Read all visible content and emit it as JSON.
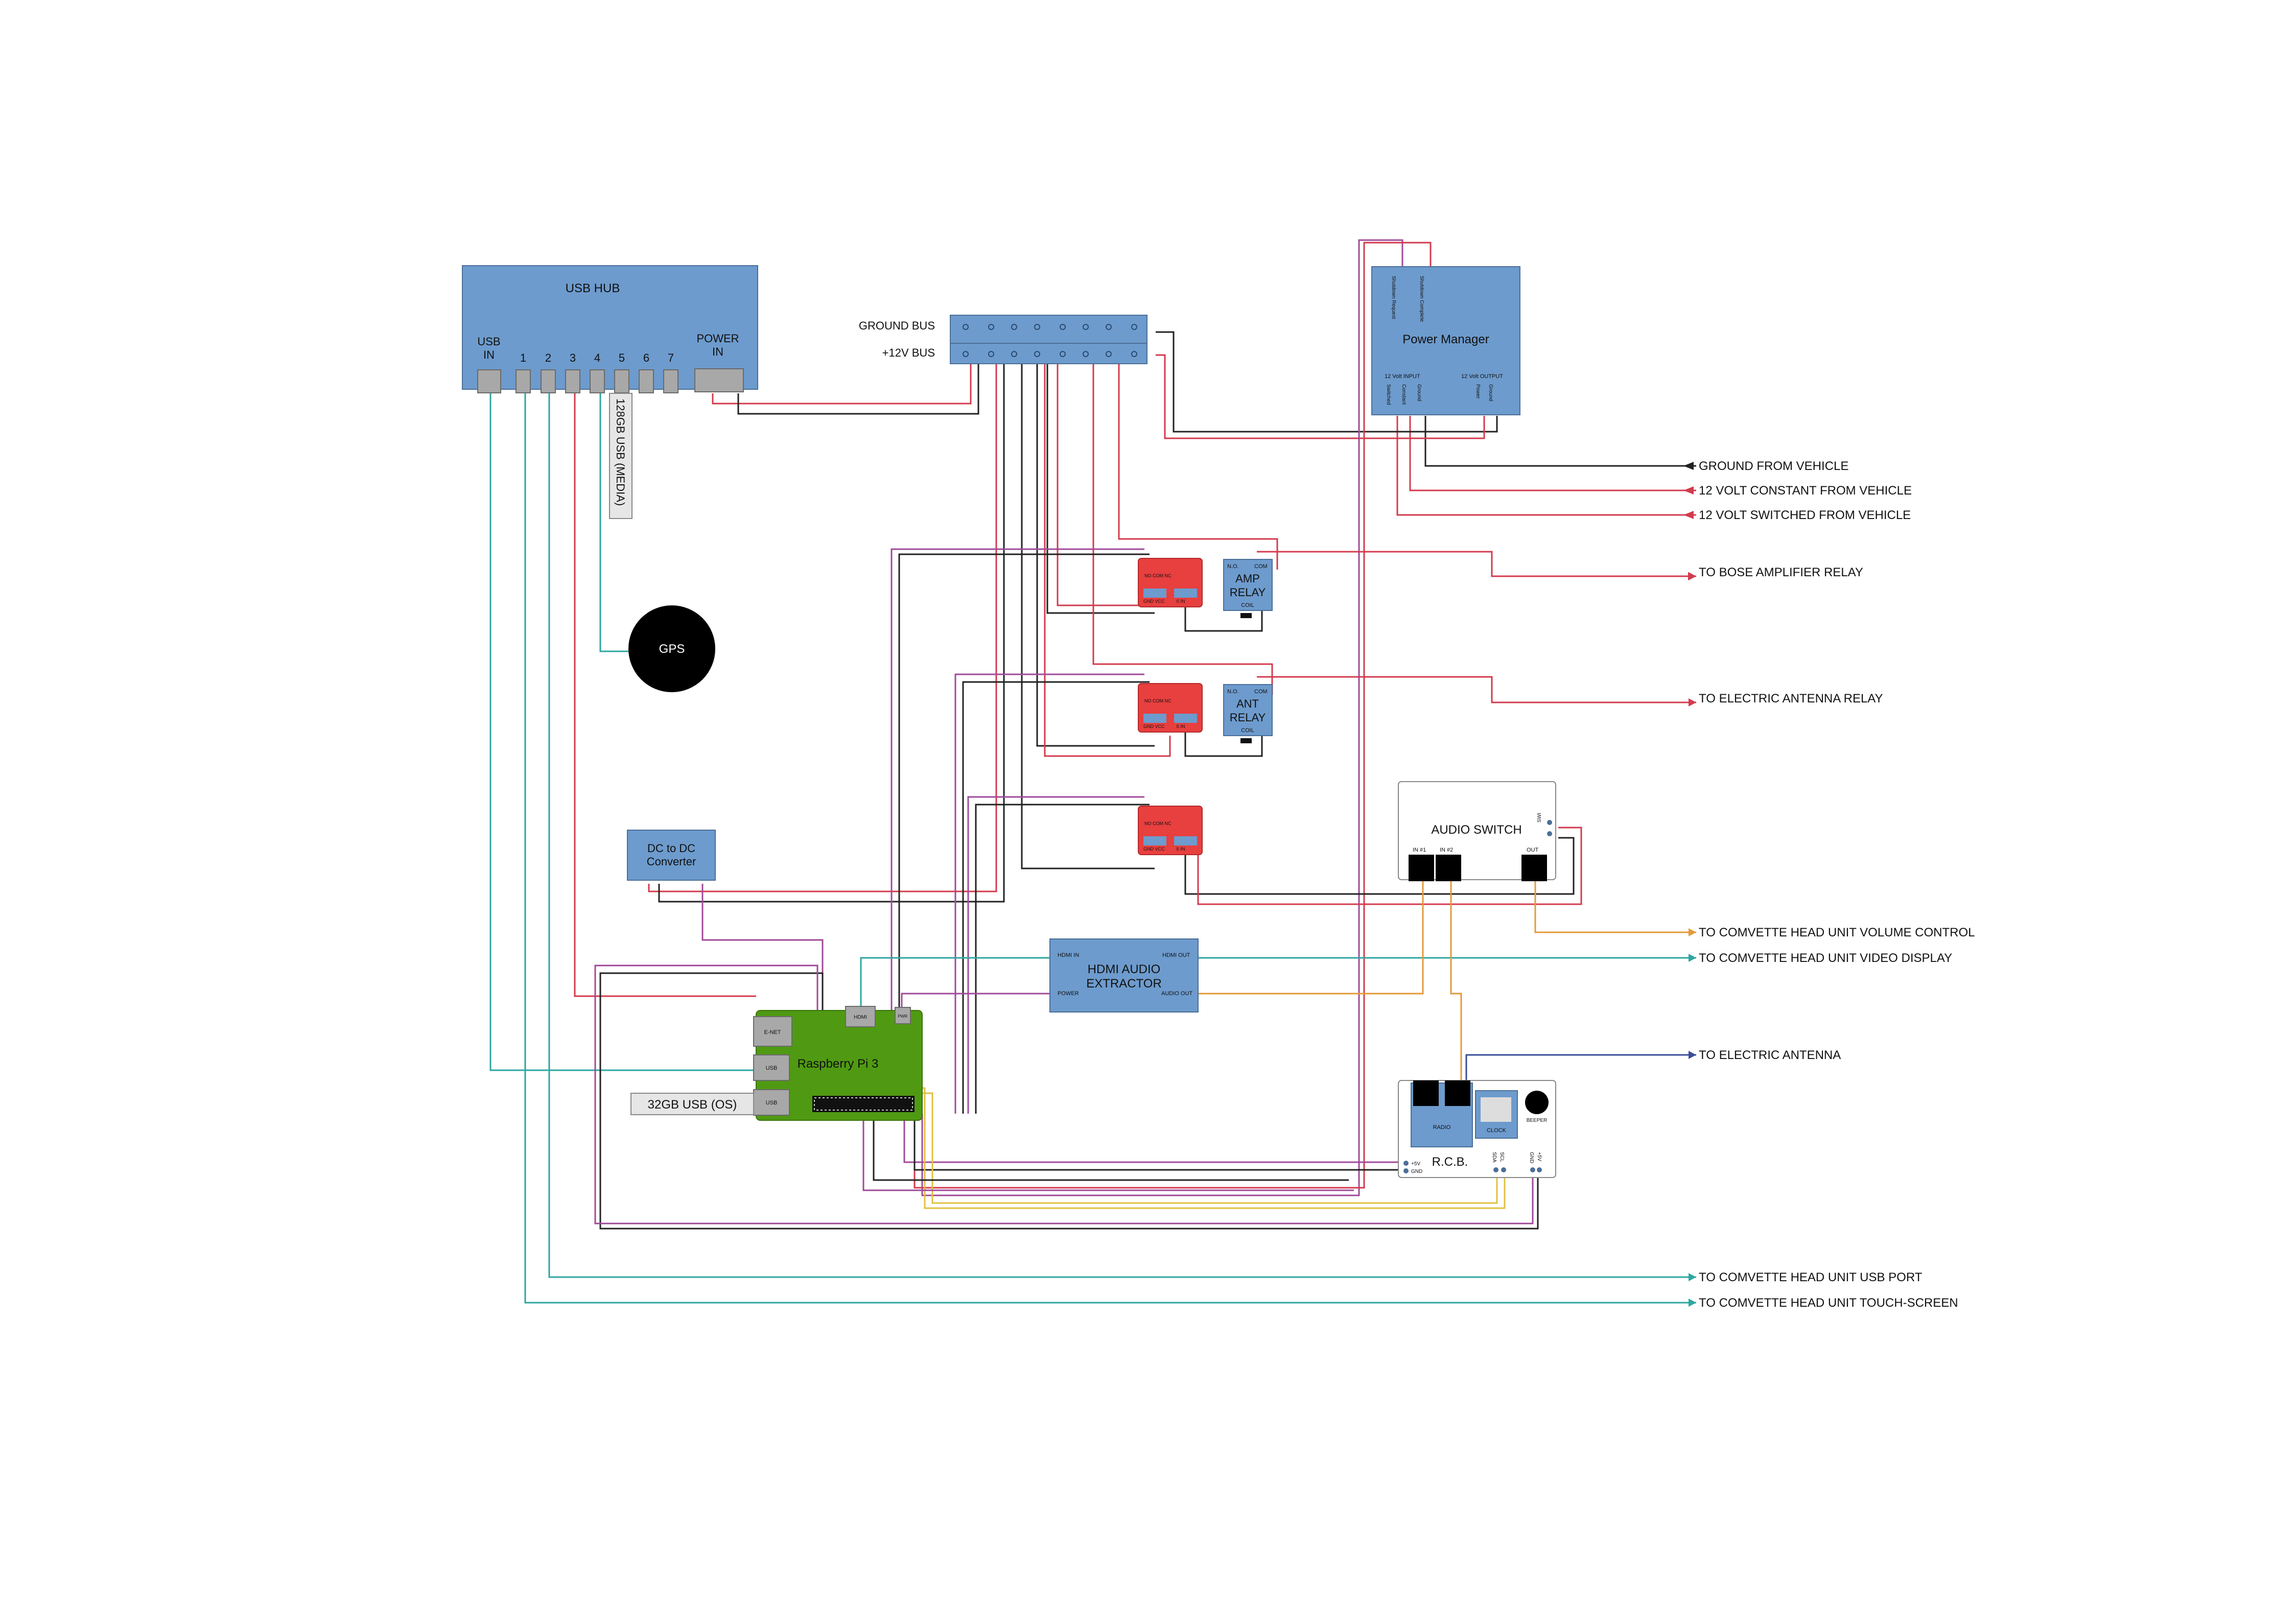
{
  "usb_hub": {
    "title": "USB HUB",
    "usb_in": [
      "USB",
      "IN"
    ],
    "ports": [
      "1",
      "2",
      "3",
      "4",
      "5",
      "6",
      "7"
    ],
    "power_in": [
      "POWER",
      "IN"
    ],
    "media_stick": "128GB USB (MEDIA)"
  },
  "buses": {
    "ground_label": "GROUND BUS",
    "plus12_label": "+12V BUS"
  },
  "power_manager": {
    "title": "Power Manager",
    "input_label": "12 Volt INPUT",
    "output_label": "12 Volt OUTPUT",
    "top_pins": [
      "Shutdown Request",
      "Shutdown Complete"
    ],
    "bottom_pins": [
      "Switched",
      "Constant",
      "Ground",
      "Ground",
      "Power"
    ]
  },
  "vehicle": {
    "ground": "GROUND FROM VEHICLE",
    "constant": "12 VOLT CONSTANT FROM VEHICLE",
    "switched": "12 VOLT SWITCHED FROM VEHICLE"
  },
  "relays": [
    {
      "title": [
        "AMP",
        "RELAY"
      ],
      "no": "N.O.",
      "com": "COM",
      "coil": "COIL",
      "target": "TO BOSE AMPLIFIER RELAY"
    },
    {
      "title": [
        "ANT",
        "RELAY"
      ],
      "no": "N.O.",
      "com": "COM",
      "coil": "COIL",
      "target": "TO ELECTRIC ANTENNA RELAY"
    }
  ],
  "relay_modules": {
    "top_pins": "NO COM NC",
    "bottom_left": "GND VCC",
    "bottom_right": "S IN"
  },
  "gps": "GPS",
  "dc_converter": [
    "DC to DC",
    "Converter"
  ],
  "audio_switch": {
    "title": "AUDIO SWITCH",
    "in1": "IN #1",
    "in2": "IN #2",
    "out": "OUT",
    "side": "SWI"
  },
  "hdmi_extractor": {
    "title": [
      "HDMI AUDIO",
      "EXTRACTOR"
    ],
    "hdmi_in": "HDMI IN",
    "hdmi_out": "HDMI OUT",
    "power": "POWER",
    "audio_out": "AUDIO OUT"
  },
  "raspberry_pi": {
    "title": "Raspberry Pi 3",
    "enet": "E-NET",
    "usb1": "USB",
    "usb2": "USB",
    "hdmi": "HDMI",
    "pwr": "PWR",
    "os_stick": "32GB USB (OS)"
  },
  "rcb": {
    "title": "R.C.B.",
    "radio": "RADIO",
    "clock": "CLOCK",
    "beeper": "BEEPER",
    "pins_left": [
      "+5V",
      "GND"
    ],
    "pins_mid": [
      "SDA",
      "SCL"
    ],
    "pins_right": [
      "GND",
      "+5V"
    ]
  },
  "outputs": {
    "volume": "TO COMVETTE HEAD UNIT VOLUME CONTROL",
    "video": "TO COMVETTE HEAD UNIT VIDEO DISPLAY",
    "antenna": "TO ELECTRIC ANTENNA",
    "usb_port": "TO COMVETTE HEAD UNIT USB PORT",
    "touch": "TO COMVETTE HEAD UNIT TOUCH-SCREEN"
  },
  "colors": {
    "component_blue": "#6d9bcd",
    "relay_red": "#e83f3f",
    "pi_green": "#4f9a12",
    "wire_red": "#d33b4e",
    "wire_black": "#222222",
    "wire_teal": "#2ea6a0",
    "wire_purple": "#a04a9a",
    "wire_orange": "#e39a3a",
    "wire_yellow": "#e0c040",
    "wire_blue": "#3a4e9a"
  }
}
